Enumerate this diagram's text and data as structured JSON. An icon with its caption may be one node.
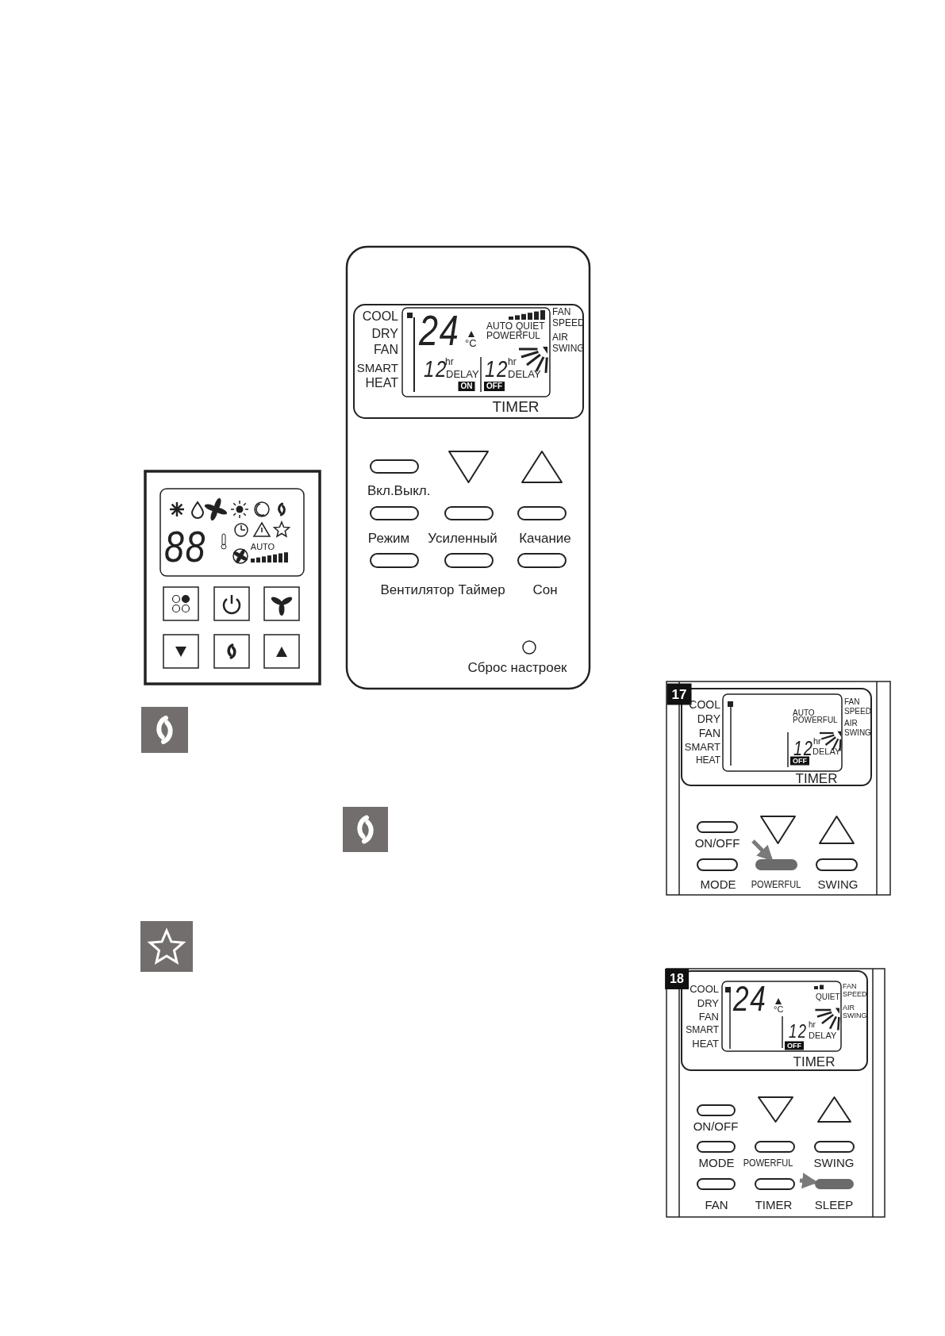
{
  "diagram": {
    "nodes": [
      {
        "text": [],
        "shape": "box"
      },
      {
        "text": [],
        "shape": "box"
      }
    ],
    "edges": [
      {
        "from": null,
        "to": 0,
        "arrow": "to"
      },
      {
        "from": null,
        "to": 1,
        "arrow": "to"
      }
    ],
    "labels": [
      "COOL",
      "DRY",
      "FAN",
      "SMART",
      "HEAT",
      "24",
      "°C",
      "AUTO",
      "QUIET",
      "POWERFUL",
      "FAN SPEED",
      "AIR SWING",
      "12",
      "hr",
      "DELAY",
      "ON",
      "12",
      "hr",
      "DELAY",
      "OFF",
      "TIMER",
      "Вкл.Выкл.",
      "Режим",
      "Усиленный",
      "Качание",
      "Вентилятор",
      "Таймер",
      "Сон",
      "Сброс настроек",
      "88",
      "AUTO",
      "17",
      "COOL",
      "DRY",
      "FAN",
      "SMART",
      "HEAT",
      "AUTO",
      "POWERFUL",
      "FAN SPEED",
      "AIR SWING",
      "12",
      "hr",
      "DELAY",
      "OFF",
      "TIMER",
      "ON/OFF",
      "MODE",
      "POWERFUL",
      "SWING",
      "18",
      "COOL",
      "DRY",
      "FAN",
      "SMART",
      "HEAT",
      "24",
      "°C",
      "QUIET",
      "FAN SPEED",
      "AIR SWING",
      "12",
      "hr",
      "DELAY",
      "OFF",
      "TIMER",
      "ON/OFF",
      "MODE",
      "POWERFUL",
      "SWING",
      "FAN",
      "TIMER",
      "SLEEP"
    ]
  }
}
